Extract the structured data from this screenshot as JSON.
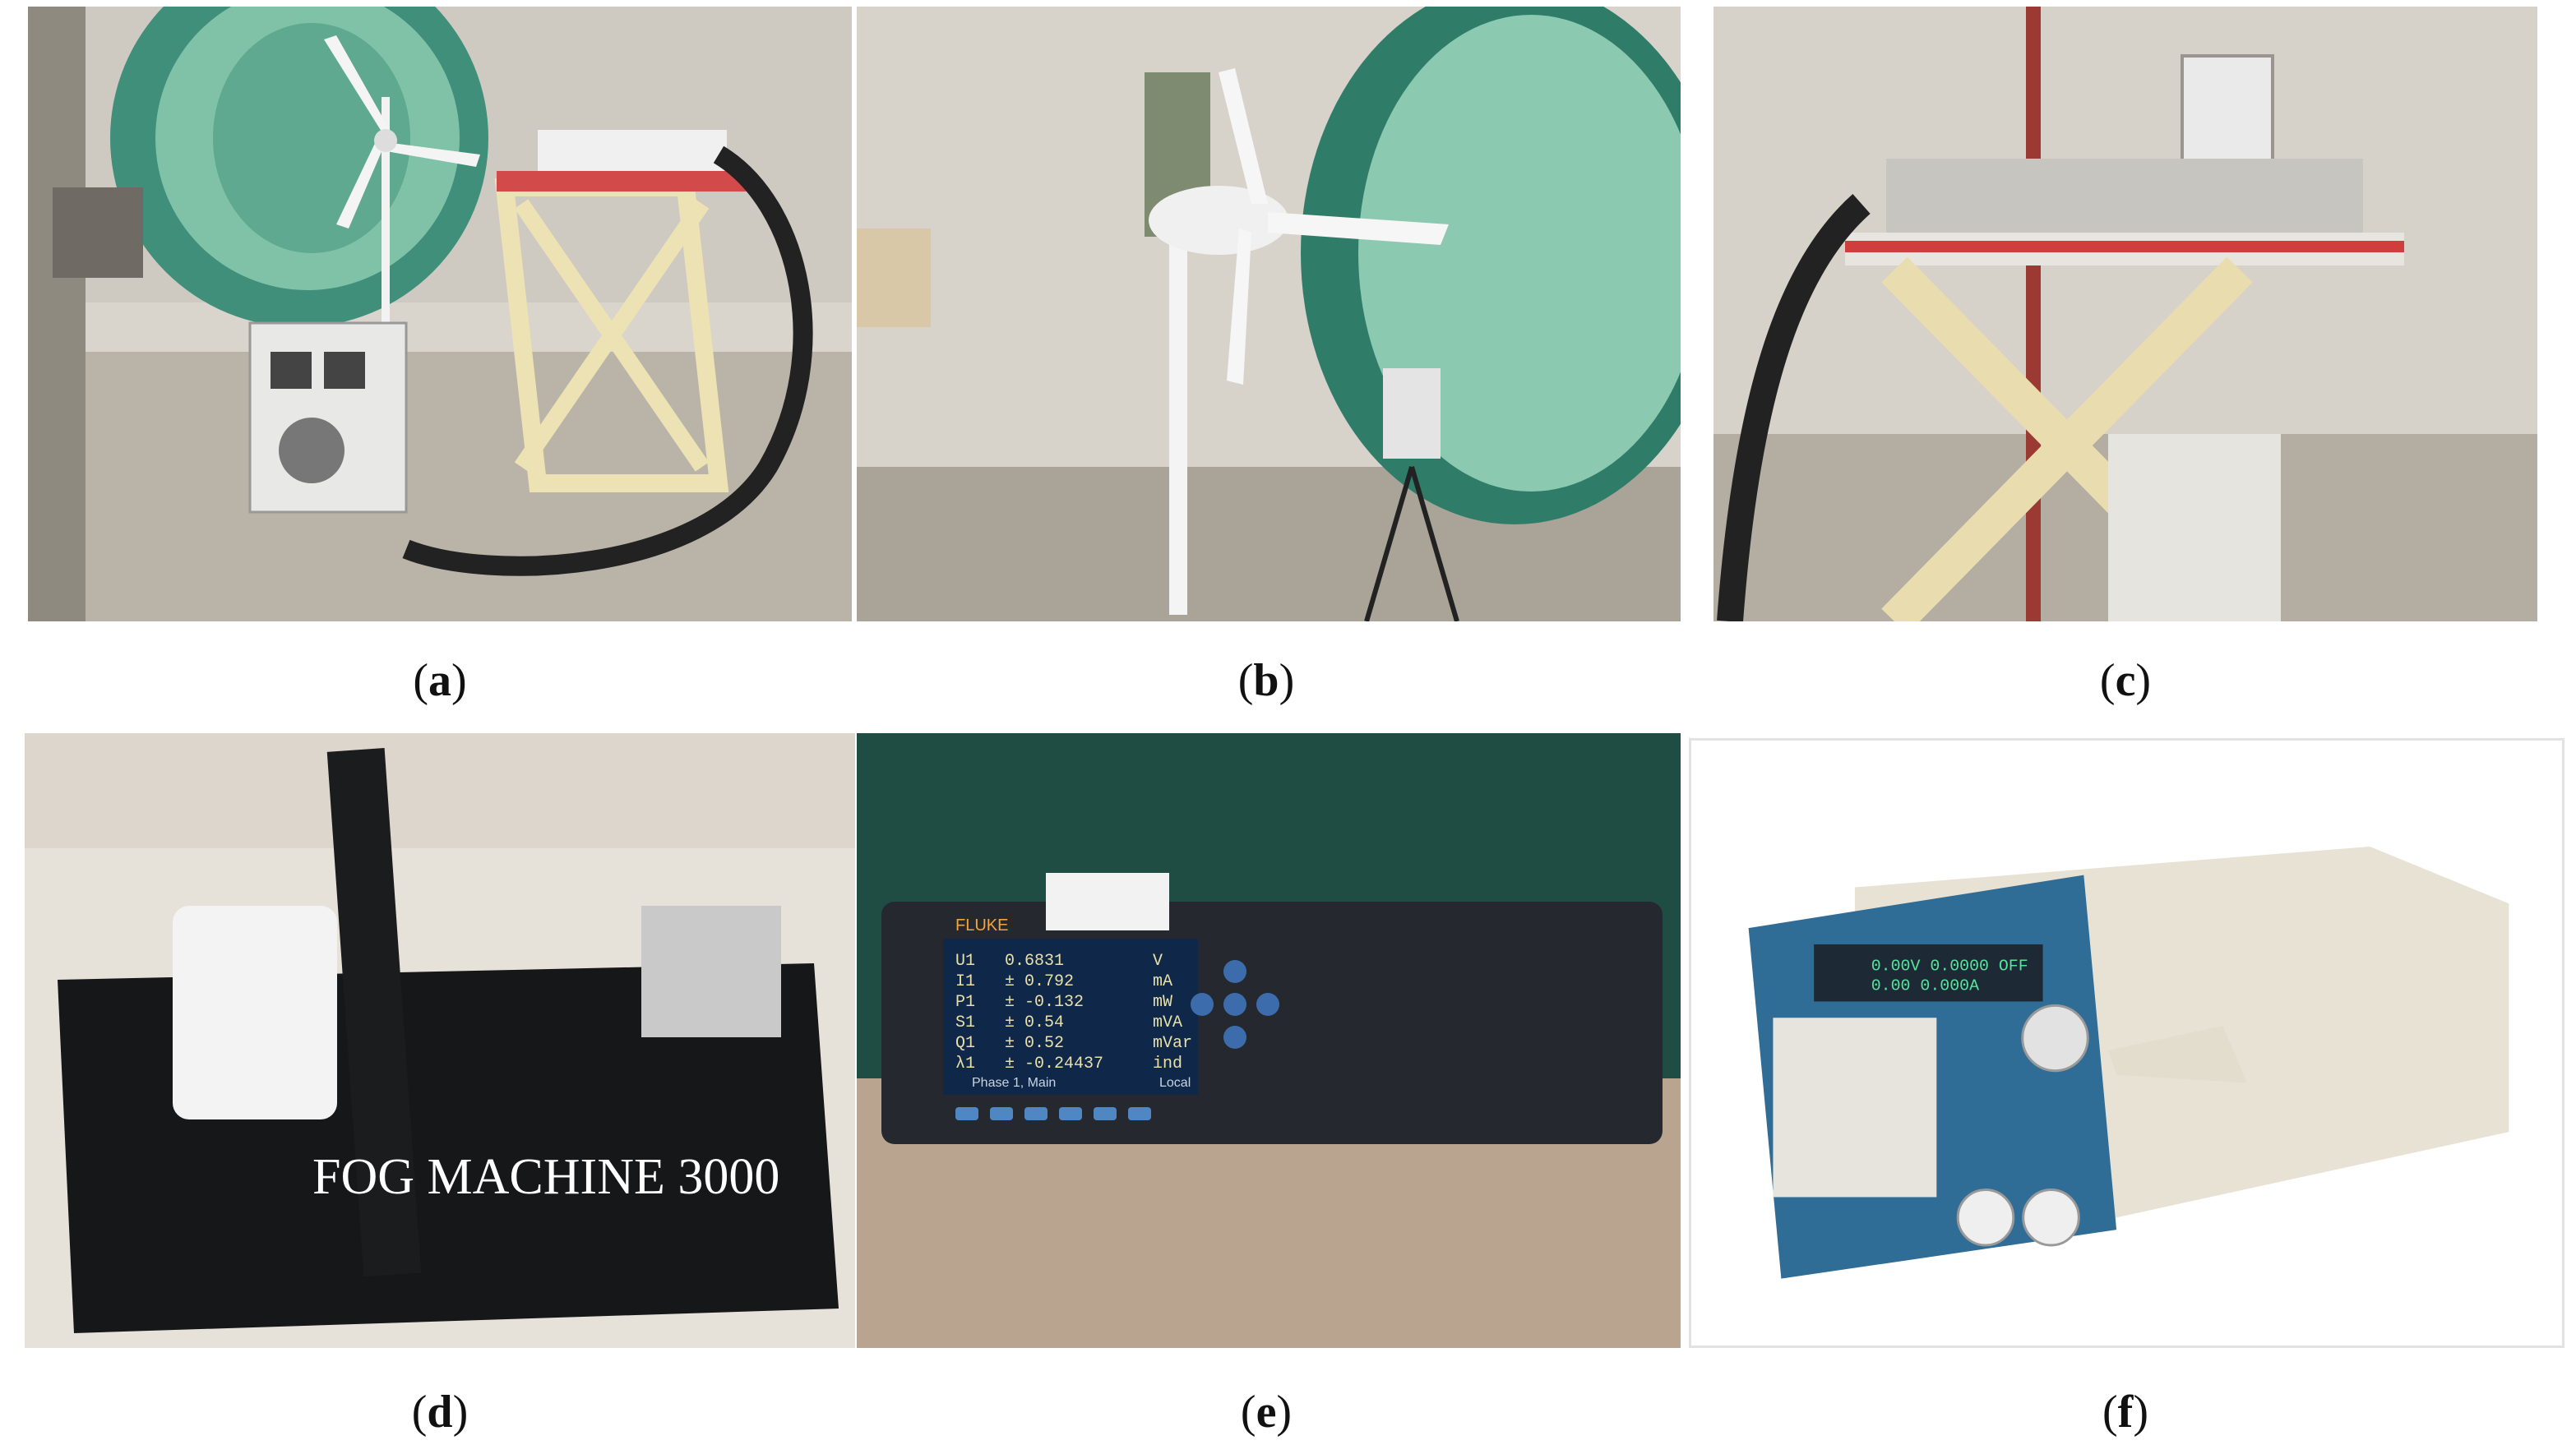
{
  "panels": [
    {
      "id": "a",
      "caption_open": "(",
      "caption_letter": "a",
      "caption_close": ")"
    },
    {
      "id": "b",
      "caption_open": "(",
      "caption_letter": "b",
      "caption_close": ")"
    },
    {
      "id": "c",
      "caption_open": "(",
      "caption_letter": "c",
      "caption_close": ")"
    },
    {
      "id": "d",
      "caption_open": "(",
      "caption_letter": "d",
      "caption_close": ")"
    },
    {
      "id": "e",
      "caption_open": "(",
      "caption_letter": "e",
      "caption_close": ")"
    },
    {
      "id": "f",
      "caption_open": "(",
      "caption_letter": "f",
      "caption_close": ")"
    }
  ],
  "fog_machine_label": "FOG MACHINE 3000",
  "analyzer": {
    "brand": "FLUKE",
    "rows": [
      {
        "sym": "U1",
        "val": "0.6831",
        "unit": "V"
      },
      {
        "sym": "I1",
        "val": "± 0.792",
        "unit": "mA"
      },
      {
        "sym": "P1",
        "val": "± -0.132",
        "unit": "mW"
      },
      {
        "sym": "S1",
        "val": "± 0.54",
        "unit": "mVA"
      },
      {
        "sym": "Q1",
        "val": "± 0.52",
        "unit": "mVar"
      },
      {
        "sym": "λ1",
        "val": "± -0.24437",
        "unit": "ind"
      }
    ],
    "footer": "Phase 1, Main",
    "footer_right": "Local"
  },
  "load": {
    "line1": "0.00V  0.0000 OFF",
    "line2": "0.00   0.000A"
  },
  "colors": {
    "tunnel_green": "#3f8f7a",
    "tunnel_inner": "#8cc9b1",
    "scissor_lift": "#ece2b4",
    "device_blue": "#2f6c96"
  }
}
